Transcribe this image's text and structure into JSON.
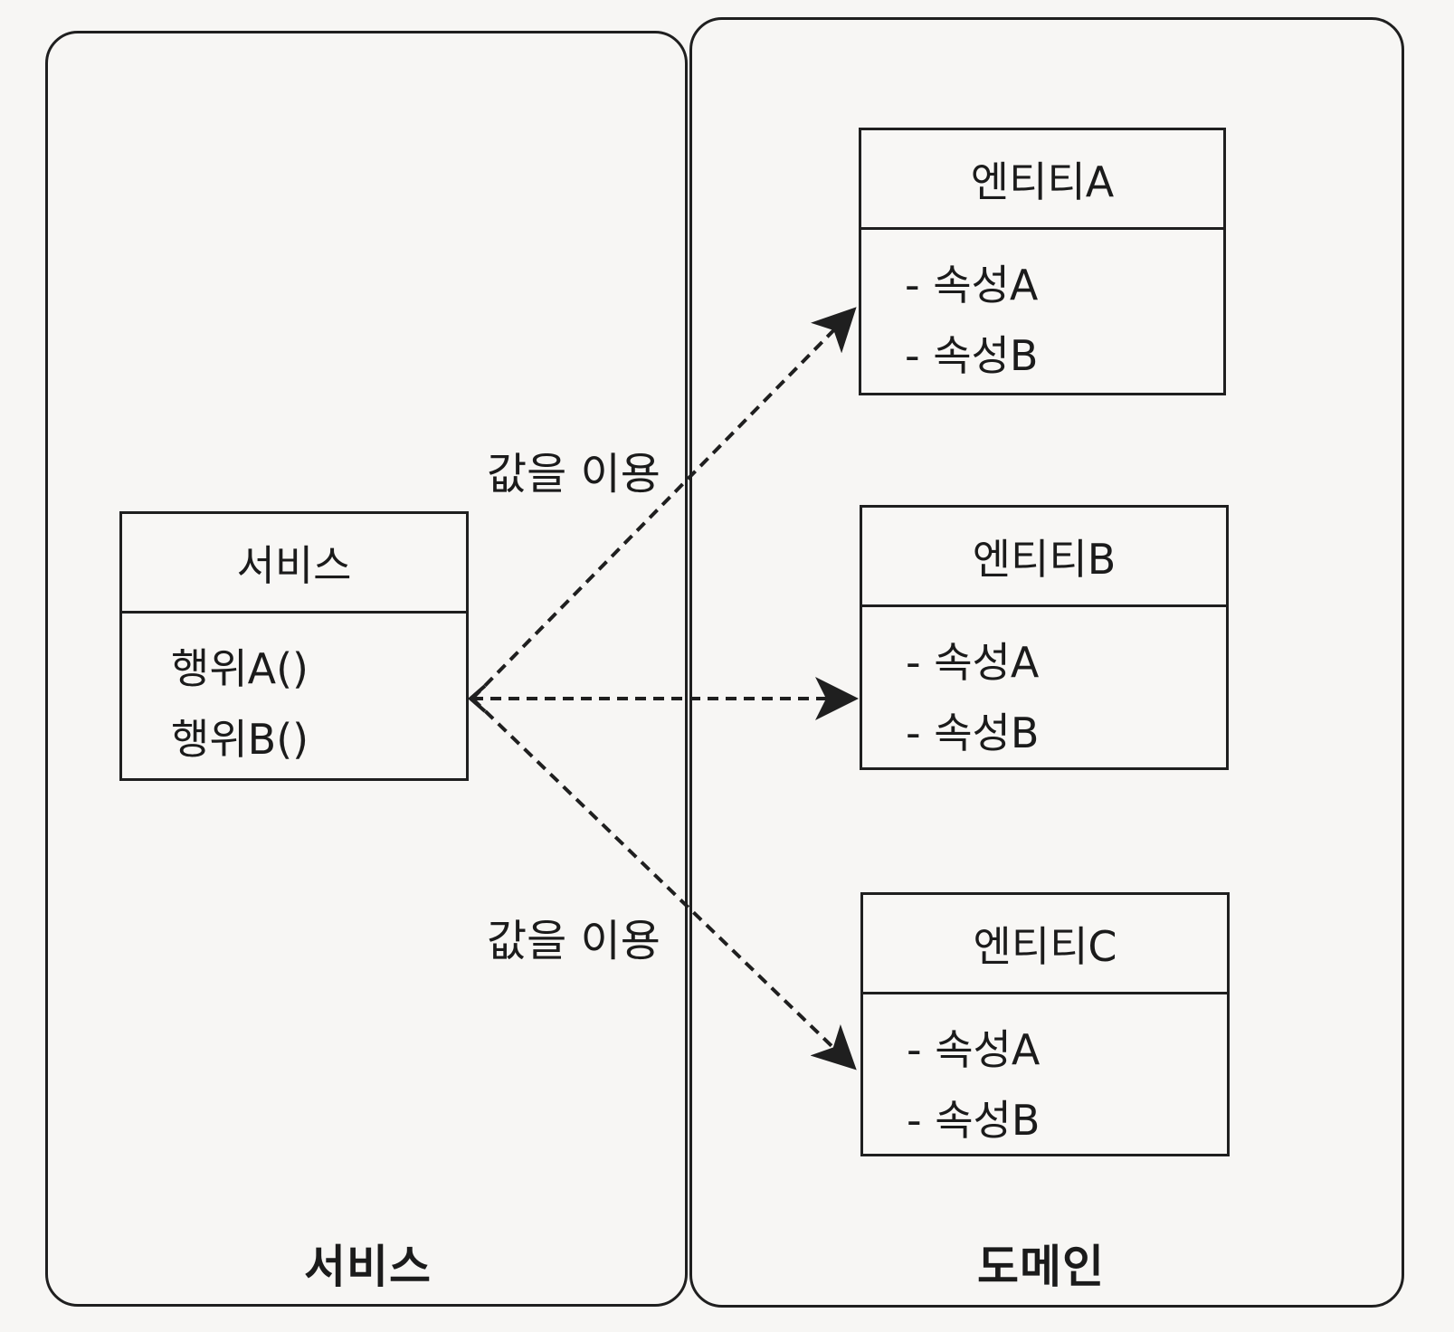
{
  "layers": {
    "service": {
      "title": "서비스"
    },
    "domain": {
      "title": "도메인"
    }
  },
  "service_class": {
    "name": "서비스",
    "methods": [
      "행위A()",
      "행위B()"
    ]
  },
  "entities": [
    {
      "name": "엔티티A",
      "attributes": [
        "- 속성A",
        "- 속성B"
      ]
    },
    {
      "name": "엔티티B",
      "attributes": [
        "- 속성A",
        "- 속성B"
      ]
    },
    {
      "name": "엔티티C",
      "attributes": [
        "- 속성A",
        "- 속성B"
      ]
    }
  ],
  "relations": {
    "top_label": "값을 이용",
    "bottom_label": "값을 이용"
  }
}
